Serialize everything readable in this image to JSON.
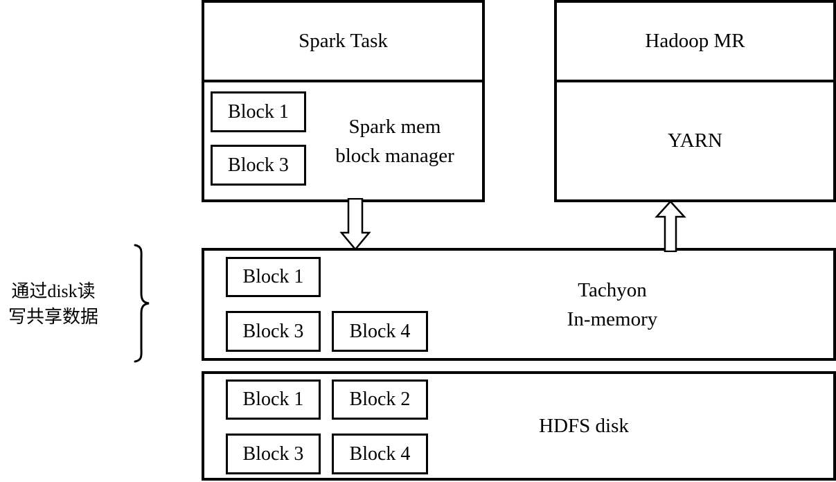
{
  "page": {
    "background_color": "#ffffff",
    "line_color": "#000000"
  },
  "spark_box": {
    "title": "Spark Task",
    "mem_label_line1": "Spark mem",
    "mem_label_line2": "block manager",
    "blocks": [
      "Block 1",
      "Block 3"
    ]
  },
  "hadoop_box": {
    "title": "Hadoop MR",
    "yarn_label": "YARN"
  },
  "tachyon_box": {
    "label_line1": "Tachyon",
    "label_line2": "In-memory",
    "blocks": [
      "Block 1",
      "Block 3",
      "Block 4"
    ]
  },
  "hdfs_box": {
    "label": "HDFS disk",
    "blocks": [
      "Block 1",
      "Block 2",
      "Block 3",
      "Block 4"
    ]
  },
  "annotation": {
    "line1": "通过disk读",
    "line2": "写共享数据"
  },
  "icons": {
    "down_arrow": "hollow-down-arrow",
    "up_arrow": "hollow-up-arrow",
    "brace": "right-curly-brace"
  }
}
